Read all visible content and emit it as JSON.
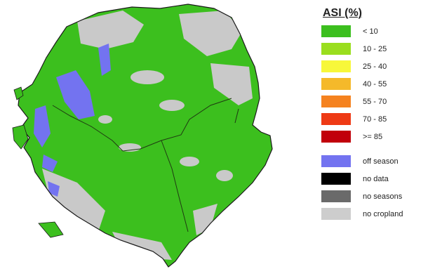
{
  "legend": {
    "title": "ASI (%)",
    "asi_classes": [
      {
        "label": "< 10",
        "color": "#3cbf1e"
      },
      {
        "label": "10 - 25",
        "color": "#9ade1e"
      },
      {
        "label": "25 - 40",
        "color": "#f7f73a"
      },
      {
        "label": "40 - 55",
        "color": "#f5b92a"
      },
      {
        "label": "55 - 70",
        "color": "#f5821f"
      },
      {
        "label": "70 - 85",
        "color": "#ee3a15"
      },
      {
        "label": ">= 85",
        "color": "#c1000b"
      }
    ],
    "other_classes": [
      {
        "label": "off season",
        "color": "#7373f0"
      },
      {
        "label": "no data",
        "color": "#000000"
      },
      {
        "label": "no seasons",
        "color": "#6a6a6a"
      },
      {
        "label": "no cropland",
        "color": "#cdcdcd"
      }
    ]
  }
}
